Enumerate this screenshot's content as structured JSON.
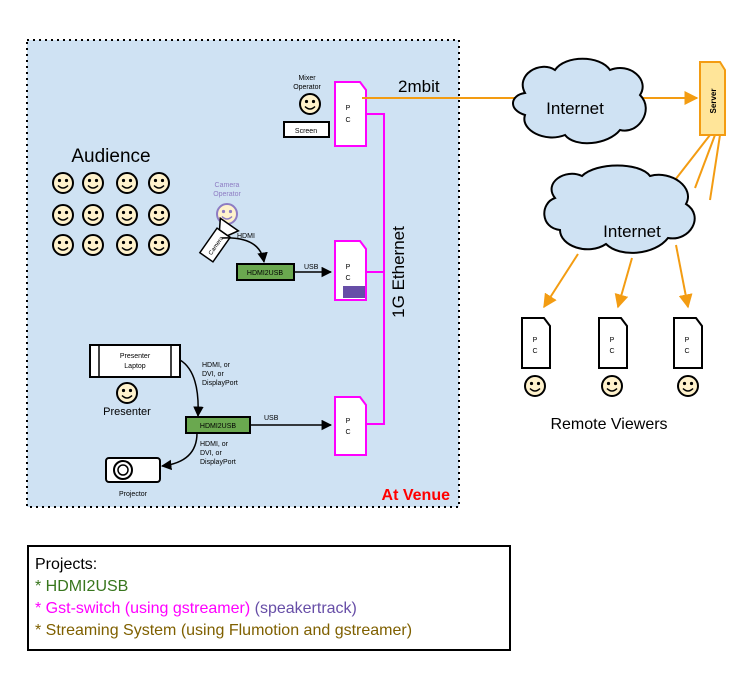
{
  "venue": {
    "label": "At Venue",
    "audience_label": "Audience",
    "presenter_label": "Presenter",
    "projector_label": "Projector",
    "presenter_laptop_label": [
      "Presenter",
      "Laptop"
    ],
    "mixer_operator_label": [
      "Mixer",
      "Operator"
    ],
    "screen_label": "Screen",
    "camera_operator_label": [
      "Camera",
      "Operator"
    ],
    "camera_label": "Camera",
    "hdmi_label": "HDMI",
    "hdmi2usb_label": "HDMI2USB",
    "usb_label": "USB",
    "video_in_label": [
      "HDMI, or",
      "DVI, or",
      "DisplayPort"
    ],
    "video_out_label": [
      "HDMI, or",
      "DVI, or",
      "DisplayPort"
    ],
    "ethernet_label": "1G Ethernet",
    "pc_label": [
      "P",
      "C"
    ]
  },
  "network": {
    "uplink_label": "2mbit",
    "internet_label": "Internet",
    "server_label": "Server",
    "remote_viewers_label": "Remote Viewers"
  },
  "legend": {
    "title": "Projects:",
    "hdmi2usb": " * HDMI2USB",
    "gst_switch": " * Gst-switch (using gstreamer)",
    "speakertrack": " (speakertrack)",
    "streaming": " * Streaming System (using Flumotion and gstreamer)"
  },
  "colors": {
    "venue_bg": "#cfe2f3",
    "hdmi2usb_fill": "#6aa84f",
    "gst_switch": "#ff00ff",
    "speakertrack": "#674ea7",
    "streaming": "#f39c12",
    "legend_streaming_text": "#7f6000",
    "legend_hdmi2usb_text": "#38761d",
    "at_venue_red": "#ff0000",
    "cloud_fill": "#cfe2f3"
  },
  "icons": [
    "smiley-face-icon",
    "camera-icon",
    "projector-icon",
    "laptop-icon",
    "cloud-icon",
    "pc-tower-icon",
    "server-icon"
  ]
}
